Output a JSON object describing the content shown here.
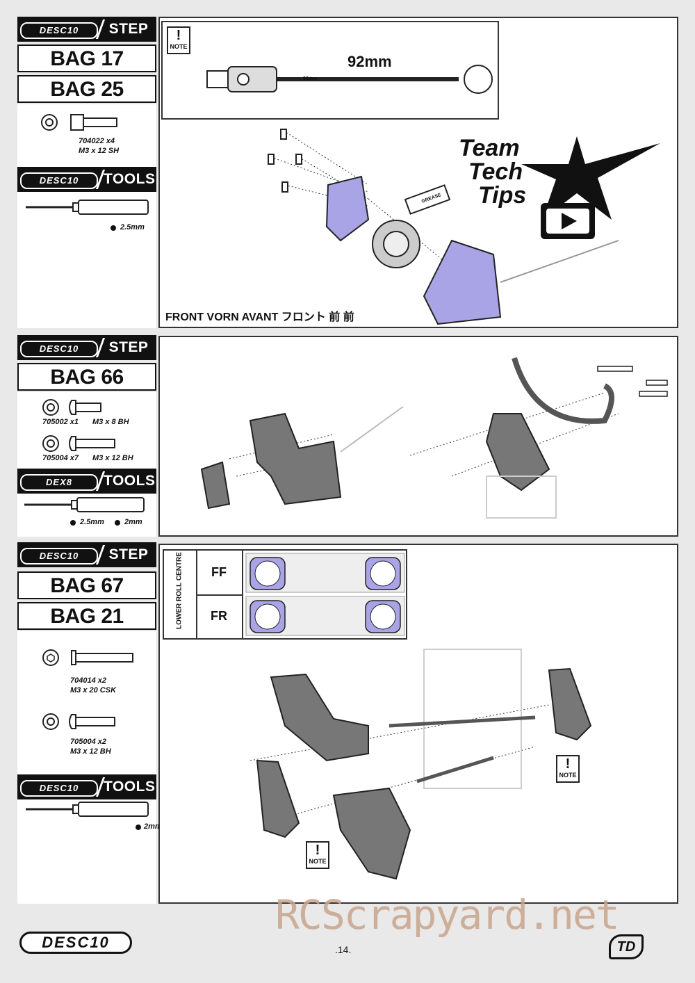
{
  "brand": "DESC10",
  "step8": {
    "title": "STEP 8",
    "bags": [
      "BAG 17",
      "BAG 25"
    ],
    "parts": [
      {
        "code": "704022 x4",
        "desc": "M3 x 12 SH"
      }
    ],
    "tools_label": "TOOLS",
    "tools_logo": "DESC10",
    "tool_size": "2.5mm",
    "note_label": "NOTE",
    "measure": "92mm",
    "shaft_marking": "92mm",
    "grease_label": "GREASE",
    "tech_tips": [
      "Team",
      "Tech",
      "Tips"
    ],
    "direction": "FRONT VORN AVANT フロント 前 前"
  },
  "step9": {
    "title": "STEP 9",
    "bags": [
      "BAG 66"
    ],
    "parts": [
      {
        "code": "705002 x1",
        "desc": "M3 x 8 BH"
      },
      {
        "code": "705004 x7",
        "desc": "M3 x 12 BH"
      }
    ],
    "tools_label": "TOOLS",
    "tools_logo": "DEX8",
    "tool_sizes": [
      "2.5mm",
      "2mm"
    ]
  },
  "step10": {
    "title": "STEP 10",
    "bags": [
      "BAG 67",
      "BAG 21"
    ],
    "parts": [
      {
        "code": "704014 x2",
        "desc": "M3 x 20 CSK"
      },
      {
        "code": "705004 x2",
        "desc": "M3 x 12 BH"
      }
    ],
    "tools_label": "TOOLS",
    "tools_logo": "DESC10",
    "tool_size": "2mm",
    "roll_centre_label": "LOWER ROLL CENTRE",
    "roll_rows": [
      "FF",
      "FR"
    ],
    "note_label": "NOTE"
  },
  "footer": {
    "logo": "DESC10",
    "page": ".14.",
    "brand_mark": "TD",
    "watermark": "RCScrapyard.net"
  },
  "colors": {
    "accent": "#a9a4e6",
    "dark": "#111111",
    "watermark": "#c9a48c"
  }
}
